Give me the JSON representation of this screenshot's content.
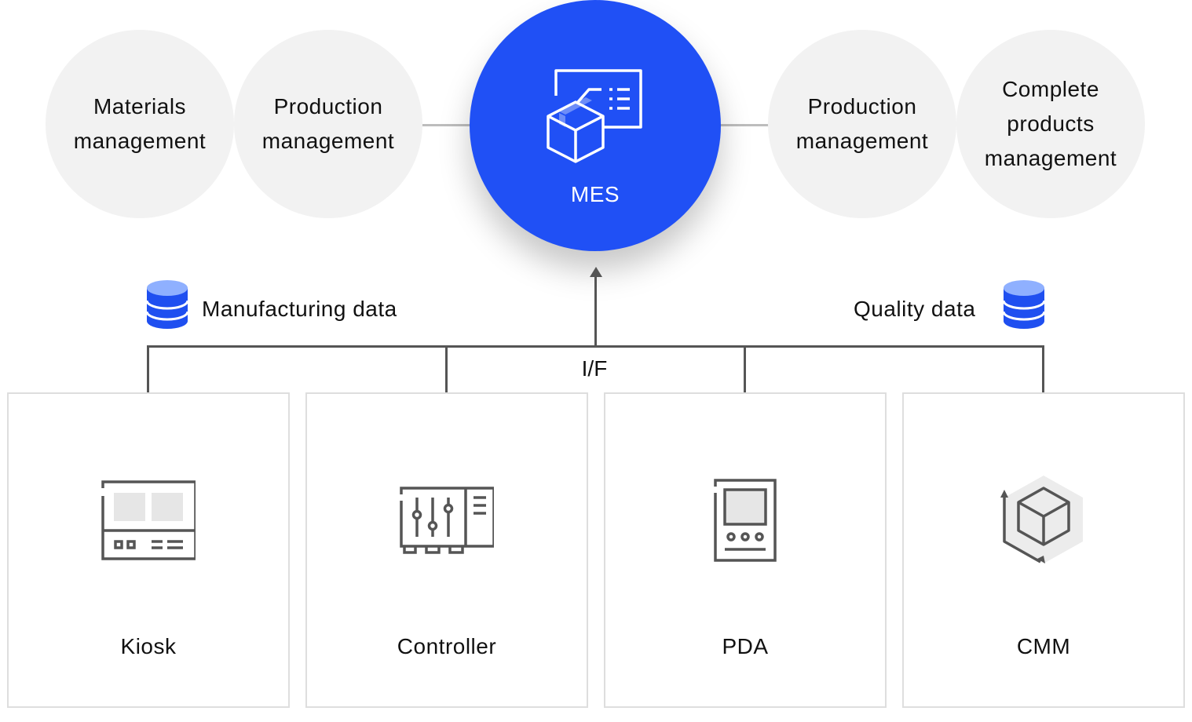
{
  "modules": {
    "materials": "Materials\nmanagement",
    "production_left": "Production\nmanagement",
    "production_right": "Production\nmanagement",
    "complete": "Complete\nproducts\nmanagement"
  },
  "mes": {
    "label": "MES",
    "color": "#2050f5"
  },
  "data_labels": {
    "manufacturing": "Manufacturing data",
    "quality": "Quality data"
  },
  "interface_label": "I/F",
  "devices": [
    {
      "label": "Kiosk",
      "icon": "kiosk-icon"
    },
    {
      "label": "Controller",
      "icon": "controller-icon"
    },
    {
      "label": "PDA",
      "icon": "pda-icon"
    },
    {
      "label": "CMM",
      "icon": "cmm-icon"
    }
  ],
  "colors": {
    "db_blue": "#1f4ff0",
    "db_top": "#8fb0ff",
    "line": "#555555",
    "circle_bg": "#f2f2f2"
  }
}
